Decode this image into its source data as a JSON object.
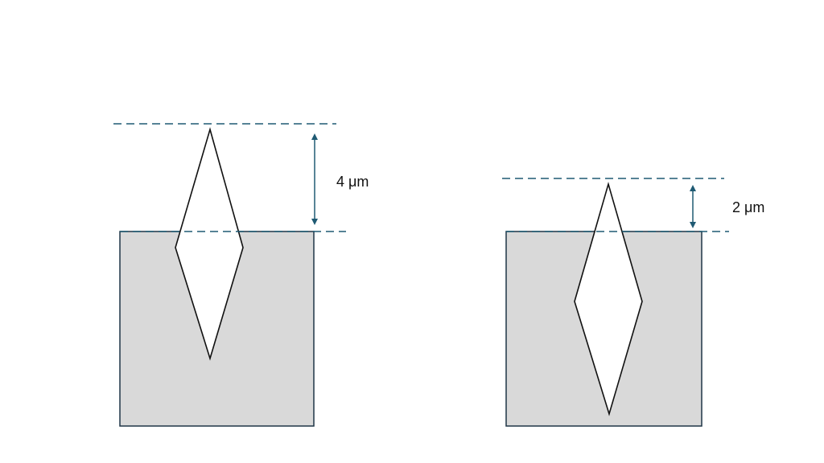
{
  "colors": {
    "substrate_fill": "#d9d9d9",
    "substrate_stroke": "#1f3547",
    "dash_line": "#1f5a73",
    "arrow": "#1f5a73",
    "crystal_fill": "#ffffff",
    "crystal_stroke": "#111111",
    "label": "#111111"
  },
  "panels": [
    {
      "name": "left",
      "dimension_label": "4 μm"
    },
    {
      "name": "right",
      "dimension_label": "2 μm"
    }
  ]
}
